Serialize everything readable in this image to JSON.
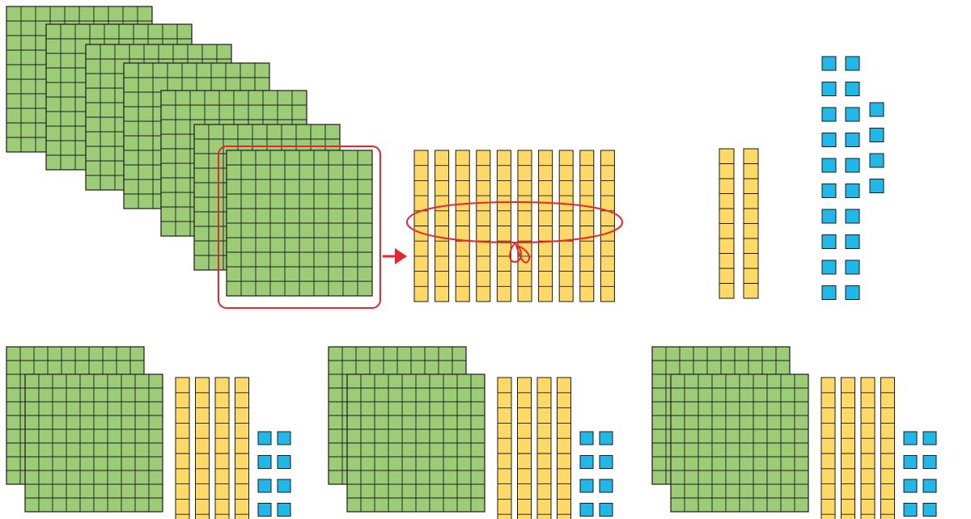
{
  "colors": {
    "hundred_flat": "#9ccc76",
    "ten_rod": "#ffd966",
    "unit_cube": "#1fb8e8",
    "highlight": "#e8262d",
    "stroke": "#1a1a1a"
  },
  "icons": {
    "hundred_flat": "hundred-flat-icon",
    "ten_rod": "ten-rod-icon",
    "unit_cube": "unit-cube-icon",
    "exchange_arrow": "right-arrow-icon"
  },
  "top_group": {
    "hundreds_count": 7,
    "rods_from_exchange": 10,
    "separate_rods": 2,
    "units_count": 24
  },
  "bottom_groups": [
    {
      "hundreds": 2,
      "tens": 4,
      "units": 8
    },
    {
      "hundreds": 2,
      "tens": 4,
      "units": 8
    },
    {
      "hundreds": 2,
      "tens": 4,
      "units": 8
    }
  ]
}
